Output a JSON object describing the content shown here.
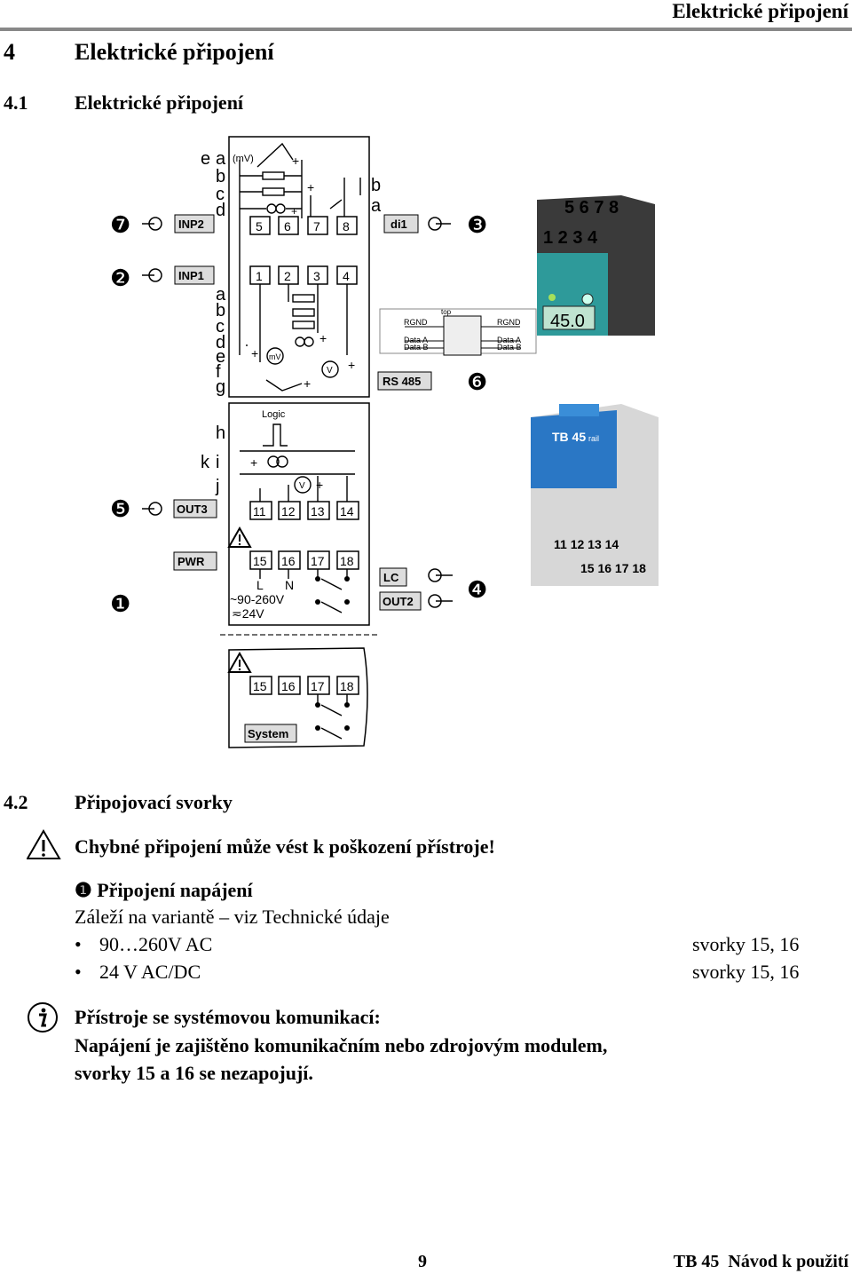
{
  "header": {
    "title": "Elektrické připojení"
  },
  "section4": {
    "number": "4",
    "title": "Elektrické připojení"
  },
  "section41": {
    "number": "4.1",
    "title": "Elektrické připojení"
  },
  "diagram": {
    "inp2_letters": [
      "e",
      "a",
      "b",
      "c",
      "d"
    ],
    "inp2_mv": "(mV)",
    "right_letters": [
      "b",
      "a"
    ],
    "inp1_letters": [
      "a",
      "b",
      "c",
      "d",
      "e",
      "f",
      "g"
    ],
    "out_letters": [
      "h",
      "k",
      "i",
      "j"
    ],
    "terminals_top": [
      "5",
      "6",
      "7",
      "8"
    ],
    "terminals_inp1": [
      "1",
      "2",
      "3",
      "4"
    ],
    "terminals_out3": [
      "11",
      "12",
      "13",
      "14"
    ],
    "terminals_pwr": [
      "15",
      "16",
      "17",
      "18"
    ],
    "terminals_system": [
      "15",
      "16",
      "17",
      "18"
    ],
    "labels": {
      "inp2": "INP2",
      "inp1": "INP1",
      "di1": "di1",
      "out3": "OUT3",
      "pwr": "PWR",
      "lc": "LC",
      "out2": "OUT2",
      "rs485": "RS 485",
      "system": "System",
      "logic": "Logic",
      "mv": "mV",
      "v": "V",
      "l": "L",
      "n": "N",
      "ac": "~90-260V",
      "dc": "≂24V",
      "rgnd": "RGND",
      "data_a": "Data A",
      "data_b": "Data B",
      "top": "top"
    },
    "callouts": {
      "c7": "❼",
      "c2": "❷",
      "c3": "❸",
      "c6": "❻",
      "c5": "❺",
      "c1": "❶",
      "c4": "❹"
    },
    "photo_top": {
      "nums_top": "5 6 7 8",
      "nums_bottom": "1 2 3 4",
      "display": "45.0"
    },
    "photo_bottom": {
      "brand": "TB 45",
      "brand_sub": "rail",
      "nums_row1": "11 12 13 14",
      "nums_row2": "15 16 17 18"
    }
  },
  "section42": {
    "number": "4.2",
    "title": "Připojovací svorky"
  },
  "warning": {
    "text": "Chybné připojení může vést k poškození přístroje!"
  },
  "power": {
    "marker": "❶",
    "title": "Připojení napájení",
    "subtitle": "Záleží na variantě – viz Technické údaje",
    "items": [
      {
        "label": "90…260V AC",
        "terminals": "svorky 15, 16"
      },
      {
        "label": "24 V AC/DC",
        "terminals": "svorky 15, 16"
      }
    ]
  },
  "info": {
    "line1": "Přístroje se systémovou komunikací:",
    "line2": "Napájení je zajištěno komunikačním nebo zdrojovým modulem,",
    "line3": "svorky 15 a 16 se nezapojují."
  },
  "footer": {
    "page": "9",
    "doc": "TB 45  Návod k použití"
  }
}
